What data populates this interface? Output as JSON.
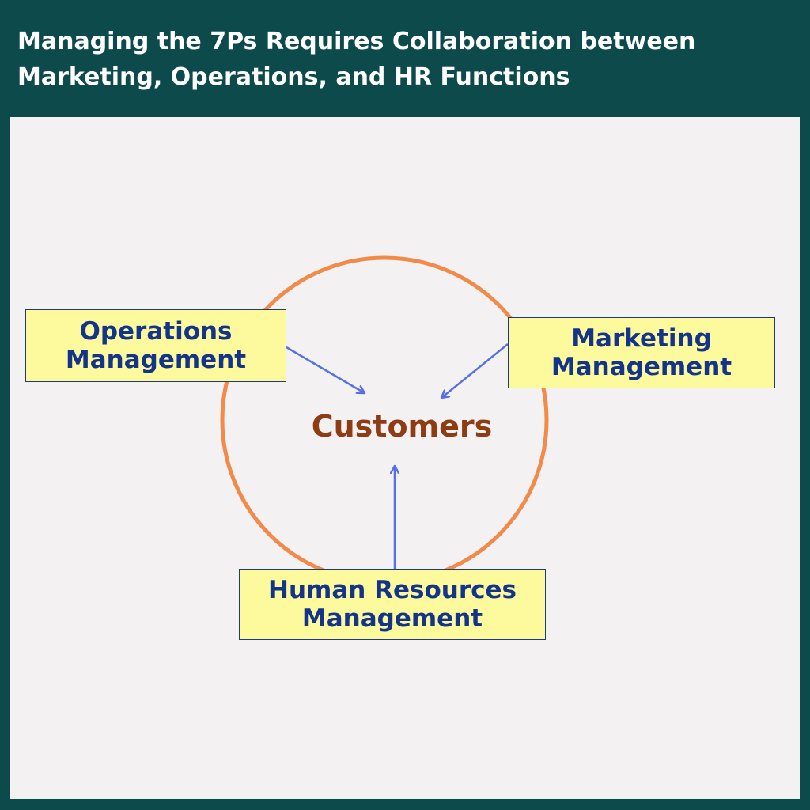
{
  "header": {
    "title_line1": "Managing the 7Ps Requires Collaboration between",
    "title_line2": "Marketing, Operations, and HR Functions"
  },
  "diagram": {
    "center": {
      "label": "Customers"
    },
    "nodes": {
      "operations": {
        "line1": "Operations",
        "line2": "Management"
      },
      "marketing": {
        "line1": "Marketing",
        "line2": "Management"
      },
      "hr": {
        "line1": "Human Resources",
        "line2": "Management"
      }
    },
    "colors": {
      "background": "#0d4a4c",
      "canvas": "#f4f1f2",
      "circle": "#f28a4a",
      "arrow": "#5670e8",
      "box_fill": "#fdfa9d",
      "box_text": "#13348a",
      "center_text": "#8e3c14"
    }
  }
}
